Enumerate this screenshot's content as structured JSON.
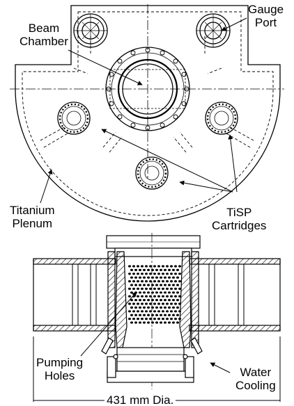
{
  "labels": {
    "gauge_port": [
      "Gauge",
      "Port"
    ],
    "beam_chamber": [
      "Beam",
      "Chamber"
    ],
    "titanium_plenum": [
      "Titanium",
      "Plenum"
    ],
    "tisp_cartridges": [
      "TiSP",
      "Cartridges"
    ],
    "pumping_holes": [
      "Pumping",
      "Holes"
    ],
    "water_cooling": [
      "Water",
      "Cooling"
    ],
    "diameter": "431 mm  Dia."
  },
  "colors": {
    "ink": "#000000",
    "paper": "#ffffff"
  },
  "icons": {
    "leader_arrowhead": "filled-triangle"
  }
}
